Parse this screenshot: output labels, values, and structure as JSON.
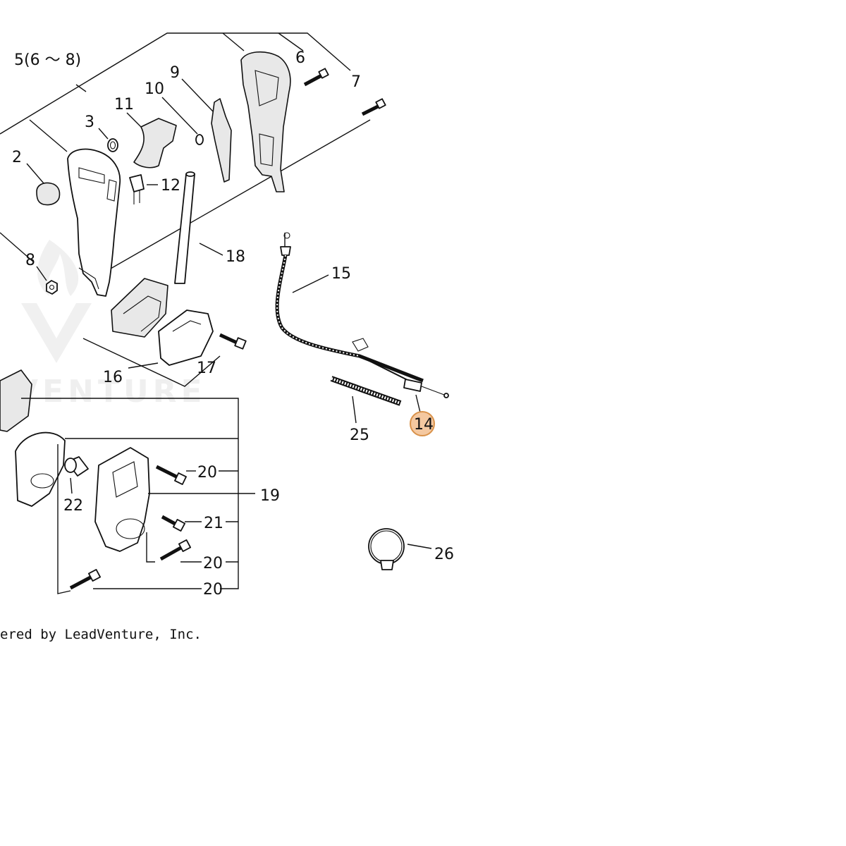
{
  "labels": {
    "l5": "5(6 ～ 8)",
    "l6": "6",
    "l7": "7",
    "l9": "9",
    "l10": "10",
    "l11": "11",
    "l3": "3",
    "l2": "2",
    "l12": "12",
    "l8": "8",
    "l18": "18",
    "l15": "15",
    "l16": "16",
    "l17": "17",
    "l25": "25",
    "l14": "14",
    "l20a": "20",
    "l19": "19",
    "l21": "21",
    "l20b": "20",
    "l20c": "20",
    "l22": "22",
    "l26": "26"
  },
  "highlight": {
    "part": "14",
    "fill": "#f4c8a0",
    "stroke": "#d9924a"
  },
  "watermark": {
    "text": "VENTURE"
  },
  "credit": "ered by LeadVenture, Inc."
}
